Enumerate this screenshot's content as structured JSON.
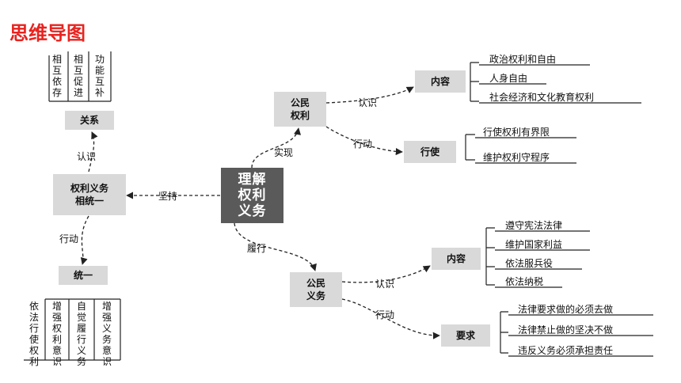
{
  "title": "思维导图",
  "center": "理解\n权利\n义务",
  "nodes": {
    "rights": "公民\n权利",
    "duties": "公民\n义务",
    "unity": "权利义务\n相统一",
    "relation": "关系",
    "unify": "统一",
    "rights_content": "内容",
    "rights_exercise": "行使",
    "duties_content": "内容",
    "duties_require": "要求"
  },
  "edge_labels": {
    "realize": "实现",
    "fulfill": "履行",
    "adhere": "坚持",
    "know_rights": "认识",
    "act_rights": "行动",
    "know_duties": "认识",
    "act_duties": "行动",
    "know_unity": "认识",
    "act_unity": "行动"
  },
  "rights_content_items": [
    "政治权利和自由",
    "人身自由",
    "社会经济和文化教育权利"
  ],
  "rights_exercise_items": [
    "行使权利有界限",
    "维护权利守程序"
  ],
  "duties_content_items": [
    "遵守宪法法律",
    "维护国家利益",
    "依法服兵役",
    "依法纳税"
  ],
  "duties_require_items": [
    "法律要求做的必须去做",
    "法律禁止做的坚决不做",
    "违反义务必须承担责任"
  ],
  "relation_items": [
    "相互依存",
    "相互促进",
    "功能互补"
  ],
  "unify_items": [
    "依法行使权利",
    "增强权利意识",
    "自觉履行义务",
    "增强义务意识"
  ]
}
